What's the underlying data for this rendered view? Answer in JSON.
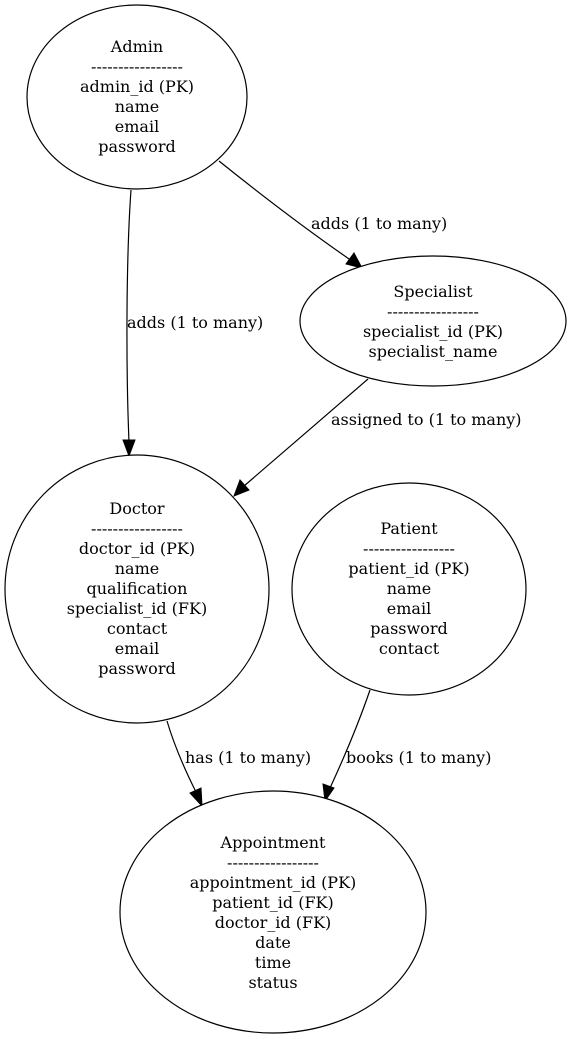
{
  "entities": {
    "admin": {
      "title": "Admin",
      "divider": "-----------------",
      "fields": [
        "admin_id (PK)",
        "name",
        "email",
        "password"
      ]
    },
    "specialist": {
      "title": "Specialist",
      "divider": "-----------------",
      "fields": [
        "specialist_id (PK)",
        "specialist_name"
      ]
    },
    "doctor": {
      "title": "Doctor",
      "divider": "-----------------",
      "fields": [
        "doctor_id (PK)",
        "name",
        "qualification",
        "specialist_id (FK)",
        "contact",
        "email",
        "password"
      ]
    },
    "patient": {
      "title": "Patient",
      "divider": "-----------------",
      "fields": [
        "patient_id (PK)",
        "name",
        "email",
        "password",
        "contact"
      ]
    },
    "appointment": {
      "title": "Appointment",
      "divider": "-----------------",
      "fields": [
        "appointment_id (PK)",
        "patient_id (FK)",
        "doctor_id (FK)",
        "date",
        "time",
        "status"
      ]
    }
  },
  "relationships": {
    "admin_specialist": "adds (1 to many)",
    "admin_doctor": "adds (1 to many)",
    "specialist_doctor": "assigned to (1 to many)",
    "doctor_appointment": "has (1 to many)",
    "patient_appointment": "books (1 to many)"
  },
  "colors": {
    "background": "#ffffff",
    "stroke": "#000000",
    "text": "#000000"
  }
}
